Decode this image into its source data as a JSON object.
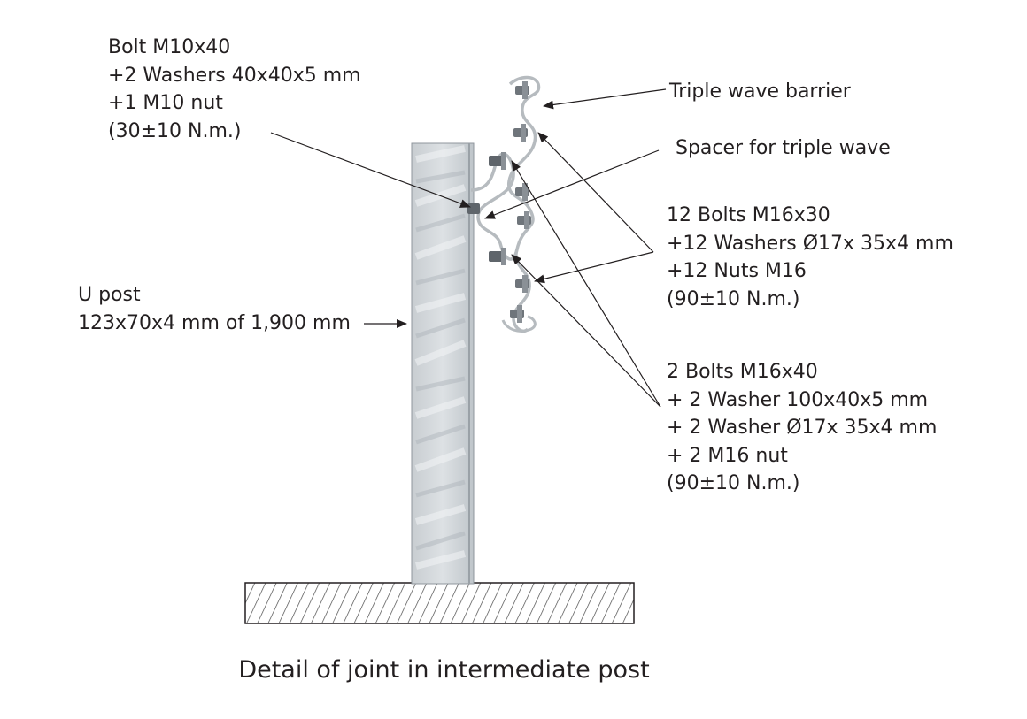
{
  "labels": {
    "bolt_m10": [
      "Bolt M10x40",
      "+2 Washers 40x40x5 mm",
      "+1 M10 nut",
      "(30±10 N.m.)"
    ],
    "u_post": [
      "U post",
      "123x70x4 mm of 1,900 mm"
    ],
    "triple_wave_barrier": [
      "Triple wave barrier"
    ],
    "spacer": [
      "Spacer for triple wave"
    ],
    "bolts_m16x30": [
      "12 Bolts M16x30",
      "+12  Washers Ø17x 35x4 mm",
      "+12 Nuts M16",
      "(90±10 N.m.)"
    ],
    "bolts_m16x40": [
      "2 Bolts M16x40",
      "+ 2 Washer 100x40x5 mm",
      "+ 2 Washer Ø17x 35x4 mm",
      "+ 2 M16 nut",
      "(90±10 N.m.)"
    ]
  },
  "caption": "Detail of joint in intermediate post",
  "colors": {
    "ink": "#231f20",
    "post": "#d2d6da",
    "post_shade": "#a9b0b6",
    "barrier": "#b6bbbf",
    "bolt": "#6f757b",
    "hatch": "#4a4a4a"
  }
}
